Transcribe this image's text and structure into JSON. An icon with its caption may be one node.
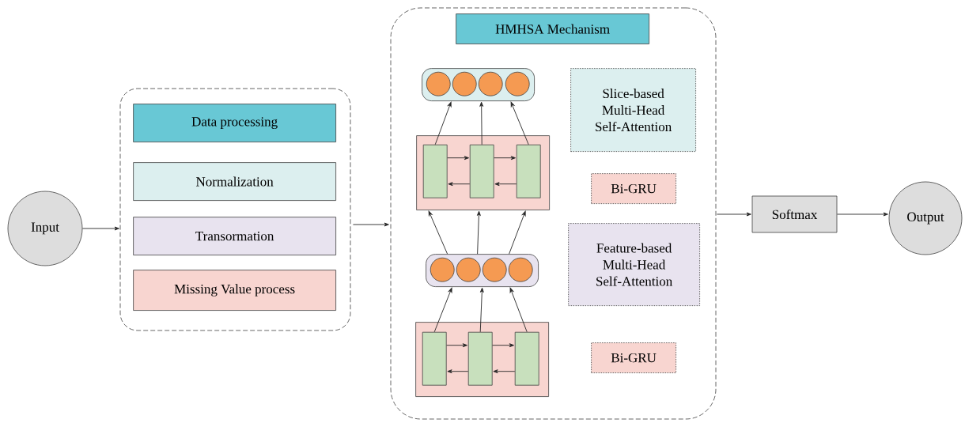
{
  "diagram": {
    "nodes": [
      {
        "text": [
          "Input"
        ]
      },
      {
        "text": [],
        "shape": "box"
      },
      {
        "text": [
          "Data processing"
        ],
        "in": 1
      },
      {
        "text": [
          "Normalization"
        ],
        "in": 1
      },
      {
        "text": [
          "Transormation"
        ],
        "in": 1
      },
      {
        "text": [
          "Missing Value process"
        ],
        "in": 1
      },
      {
        "text": [],
        "shape": "box"
      },
      {
        "text": [
          "HMHSA Mechanism"
        ],
        "in": 6
      },
      {
        "text": [],
        "shape": "box",
        "in": 6
      },
      {
        "text": [],
        "shape": "circle",
        "in": 8
      },
      {
        "text": [],
        "shape": "circle",
        "in": 8
      },
      {
        "text": [],
        "shape": "circle",
        "in": 8
      },
      {
        "text": [],
        "shape": "circle",
        "in": 8
      },
      {
        "text": [],
        "shape": "box",
        "in": 6
      },
      {
        "text": [],
        "shape": "bar",
        "in": 13
      },
      {
        "text": [],
        "shape": "bar",
        "in": 13
      },
      {
        "text": [],
        "shape": "bar",
        "in": 13
      },
      {
        "text": [],
        "shape": "box",
        "in": 6
      },
      {
        "text": [],
        "shape": "circle",
        "in": 17
      },
      {
        "text": [],
        "shape": "circle",
        "in": 17
      },
      {
        "text": [],
        "shape": "circle",
        "in": 17
      },
      {
        "text": [],
        "shape": "circle",
        "in": 17
      },
      {
        "text": [],
        "shape": "box",
        "in": 6
      },
      {
        "text": [],
        "shape": "bar",
        "in": 22
      },
      {
        "text": [],
        "shape": "bar",
        "in": 22
      },
      {
        "text": [],
        "shape": "bar",
        "in": 22
      },
      {
        "text": [
          "Slice-based Multi-Head Self-Attention"
        ],
        "in": 6
      },
      {
        "text": [
          "Bi-GRU"
        ],
        "in": 6
      },
      {
        "text": [
          "Feature-based Multi-Head Self-Attention"
        ],
        "in": 6
      },
      {
        "text": [
          "Bi-GRU"
        ],
        "in": 6
      },
      {
        "text": [
          "Softmax"
        ]
      },
      {
        "text": [
          "Output"
        ]
      }
    ],
    "edges": [
      {
        "from": 0,
        "to": 1,
        "arrow": "to"
      },
      {
        "from": 1,
        "to": 6,
        "arrow": "to"
      },
      {
        "from": 6,
        "to": 30,
        "arrow": "to"
      },
      {
        "from": 30,
        "to": 31,
        "arrow": "to"
      },
      {
        "from": 14,
        "to": 8,
        "arrow": "to"
      },
      {
        "from": 15,
        "to": 8,
        "arrow": "to"
      },
      {
        "from": 16,
        "to": 8,
        "arrow": "to"
      },
      {
        "from": 14,
        "to": 15,
        "arrow": "to"
      },
      {
        "from": 15,
        "to": 16,
        "arrow": "to"
      },
      {
        "from": 15,
        "to": 14,
        "arrow": "to"
      },
      {
        "from": 16,
        "to": 15,
        "arrow": "to"
      },
      {
        "from": 17,
        "to": 13,
        "arrow": "to"
      },
      {
        "from": 17,
        "to": 13,
        "arrow": "to"
      },
      {
        "from": 17,
        "to": 13,
        "arrow": "to"
      },
      {
        "from": 23,
        "to": 17,
        "arrow": "to"
      },
      {
        "from": 24,
        "to": 17,
        "arrow": "to"
      },
      {
        "from": 25,
        "to": 17,
        "arrow": "to"
      },
      {
        "from": 23,
        "to": 24,
        "arrow": "to"
      },
      {
        "from": 24,
        "to": 25,
        "arrow": "to"
      },
      {
        "from": 24,
        "to": 23,
        "arrow": "to"
      },
      {
        "from": 25,
        "to": 24,
        "arrow": "to"
      }
    ]
  }
}
